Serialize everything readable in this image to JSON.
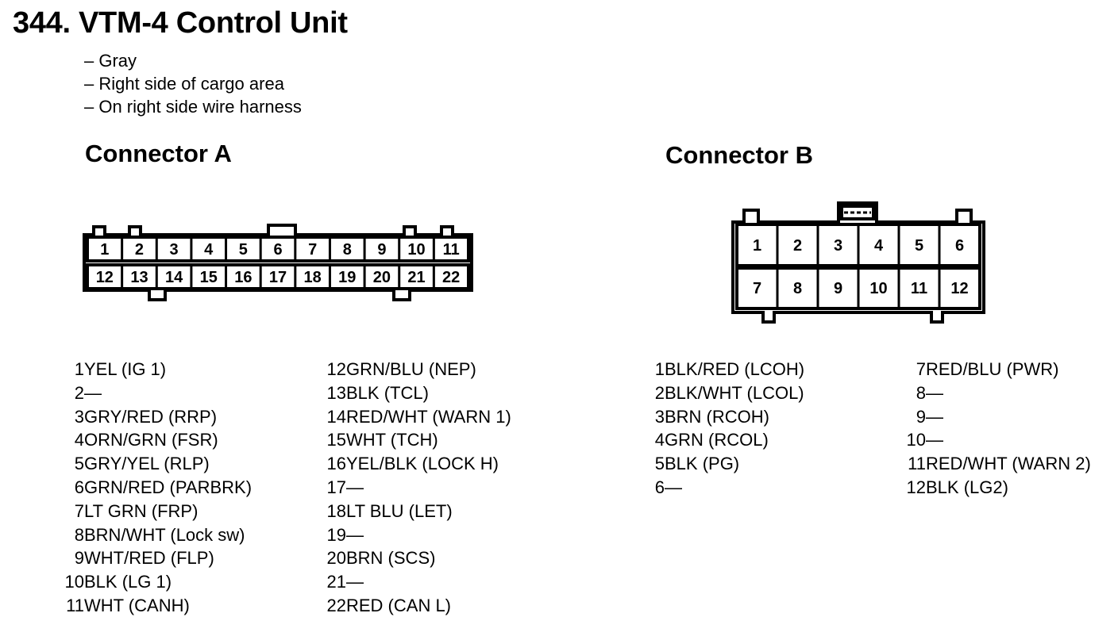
{
  "title": "344. VTM-4 Control Unit",
  "notes": [
    "– Gray",
    "– Right side of cargo area",
    "– On right side wire harness"
  ],
  "connector_a": {
    "heading": "Connector A",
    "top_row": [
      "1",
      "2",
      "3",
      "4",
      "5",
      "6",
      "7",
      "8",
      "9",
      "10",
      "11"
    ],
    "bottom_row": [
      "12",
      "13",
      "14",
      "15",
      "16",
      "17",
      "18",
      "19",
      "20",
      "21",
      "22"
    ],
    "pins_left": [
      {
        "num": "1",
        "desc": "YEL (IG 1)"
      },
      {
        "num": "2",
        "desc": "—"
      },
      {
        "num": "3",
        "desc": "GRY/RED (RRP)"
      },
      {
        "num": "4",
        "desc": "ORN/GRN (FSR)"
      },
      {
        "num": "5",
        "desc": "GRY/YEL (RLP)"
      },
      {
        "num": "6",
        "desc": "GRN/RED (PARBRK)"
      },
      {
        "num": "7",
        "desc": "LT GRN (FRP)"
      },
      {
        "num": "8",
        "desc": "BRN/WHT (Lock sw)"
      },
      {
        "num": "9",
        "desc": "WHT/RED (FLP)"
      },
      {
        "num": "10",
        "desc": "BLK (LG 1)"
      },
      {
        "num": "11",
        "desc": "WHT (CANH)"
      }
    ],
    "pins_right": [
      {
        "num": "12",
        "desc": "GRN/BLU (NEP)"
      },
      {
        "num": "13",
        "desc": "BLK (TCL)"
      },
      {
        "num": "14",
        "desc": "RED/WHT (WARN 1)"
      },
      {
        "num": "15",
        "desc": "WHT (TCH)"
      },
      {
        "num": "16",
        "desc": "YEL/BLK (LOCK H)"
      },
      {
        "num": "17",
        "desc": "—"
      },
      {
        "num": "18",
        "desc": "LT BLU (LET)"
      },
      {
        "num": "19",
        "desc": "—"
      },
      {
        "num": "20",
        "desc": "BRN (SCS)"
      },
      {
        "num": "21",
        "desc": "—"
      },
      {
        "num": "22",
        "desc": "RED (CAN L)"
      }
    ]
  },
  "connector_b": {
    "heading": "Connector B",
    "top_row": [
      "1",
      "2",
      "3",
      "4",
      "5",
      "6"
    ],
    "bottom_row": [
      "7",
      "8",
      "9",
      "10",
      "11",
      "12"
    ],
    "pins_left": [
      {
        "num": "1",
        "desc": "BLK/RED (LCOH)"
      },
      {
        "num": "2",
        "desc": "BLK/WHT (LCOL)"
      },
      {
        "num": "3",
        "desc": "BRN (RCOH)"
      },
      {
        "num": "4",
        "desc": "GRN (RCOL)"
      },
      {
        "num": "5",
        "desc": "BLK (PG)"
      },
      {
        "num": "6",
        "desc": "—"
      }
    ],
    "pins_right": [
      {
        "num": "7",
        "desc": "RED/BLU (PWR)"
      },
      {
        "num": "8",
        "desc": "—"
      },
      {
        "num": "9",
        "desc": "—"
      },
      {
        "num": "10",
        "desc": "—"
      },
      {
        "num": "11",
        "desc": "RED/WHT (WARN 2)"
      },
      {
        "num": "12",
        "desc": "BLK (LG2)"
      }
    ]
  }
}
